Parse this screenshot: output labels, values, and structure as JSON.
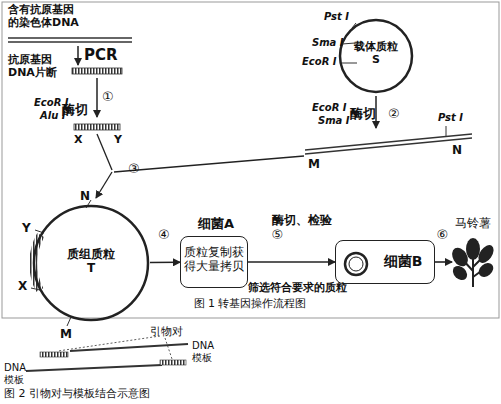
{
  "diagram": {
    "caption": "图 1 转基因操作流程图",
    "nodes": [
      {
        "text": [
          "载体质粒 S"
        ]
      },
      {
        "text": [
          "质组质粒 T"
        ]
      },
      {
        "text": [
          "细菌A",
          "质粒复制获 得大量拷贝"
        ]
      },
      {
        "text": [
          "细菌B"
        ]
      },
      {
        "text": [
          "马铃薯"
        ]
      }
    ],
    "edges": [
      {
        "from": 1,
        "to": 2,
        "label": "④",
        "arrow": "to"
      },
      {
        "from": 2,
        "to": 3,
        "label": "⑤",
        "arrow": "to"
      },
      {
        "from": 3,
        "to": 4,
        "label": "⑥",
        "arrow": "to"
      }
    ],
    "labels": [
      "含有抗原基因的染色体DNA",
      "PCR",
      "抗原基因DNA片断",
      "EcoR I",
      "Alu I",
      "酶切",
      "①",
      "X",
      "Y",
      "Pst I",
      "Sma I",
      "EcoR I",
      "EcoR I",
      "Sma I",
      "酶切",
      "②",
      "Pst I",
      "M",
      "N",
      "③",
      "N",
      "Y",
      "X",
      "M",
      "酶切、检验",
      "筛选符合要求的质粒",
      "引物对",
      "DNA 模板",
      "DNA 模板",
      "图 2 引物对与模板结合示意图"
    ]
  }
}
